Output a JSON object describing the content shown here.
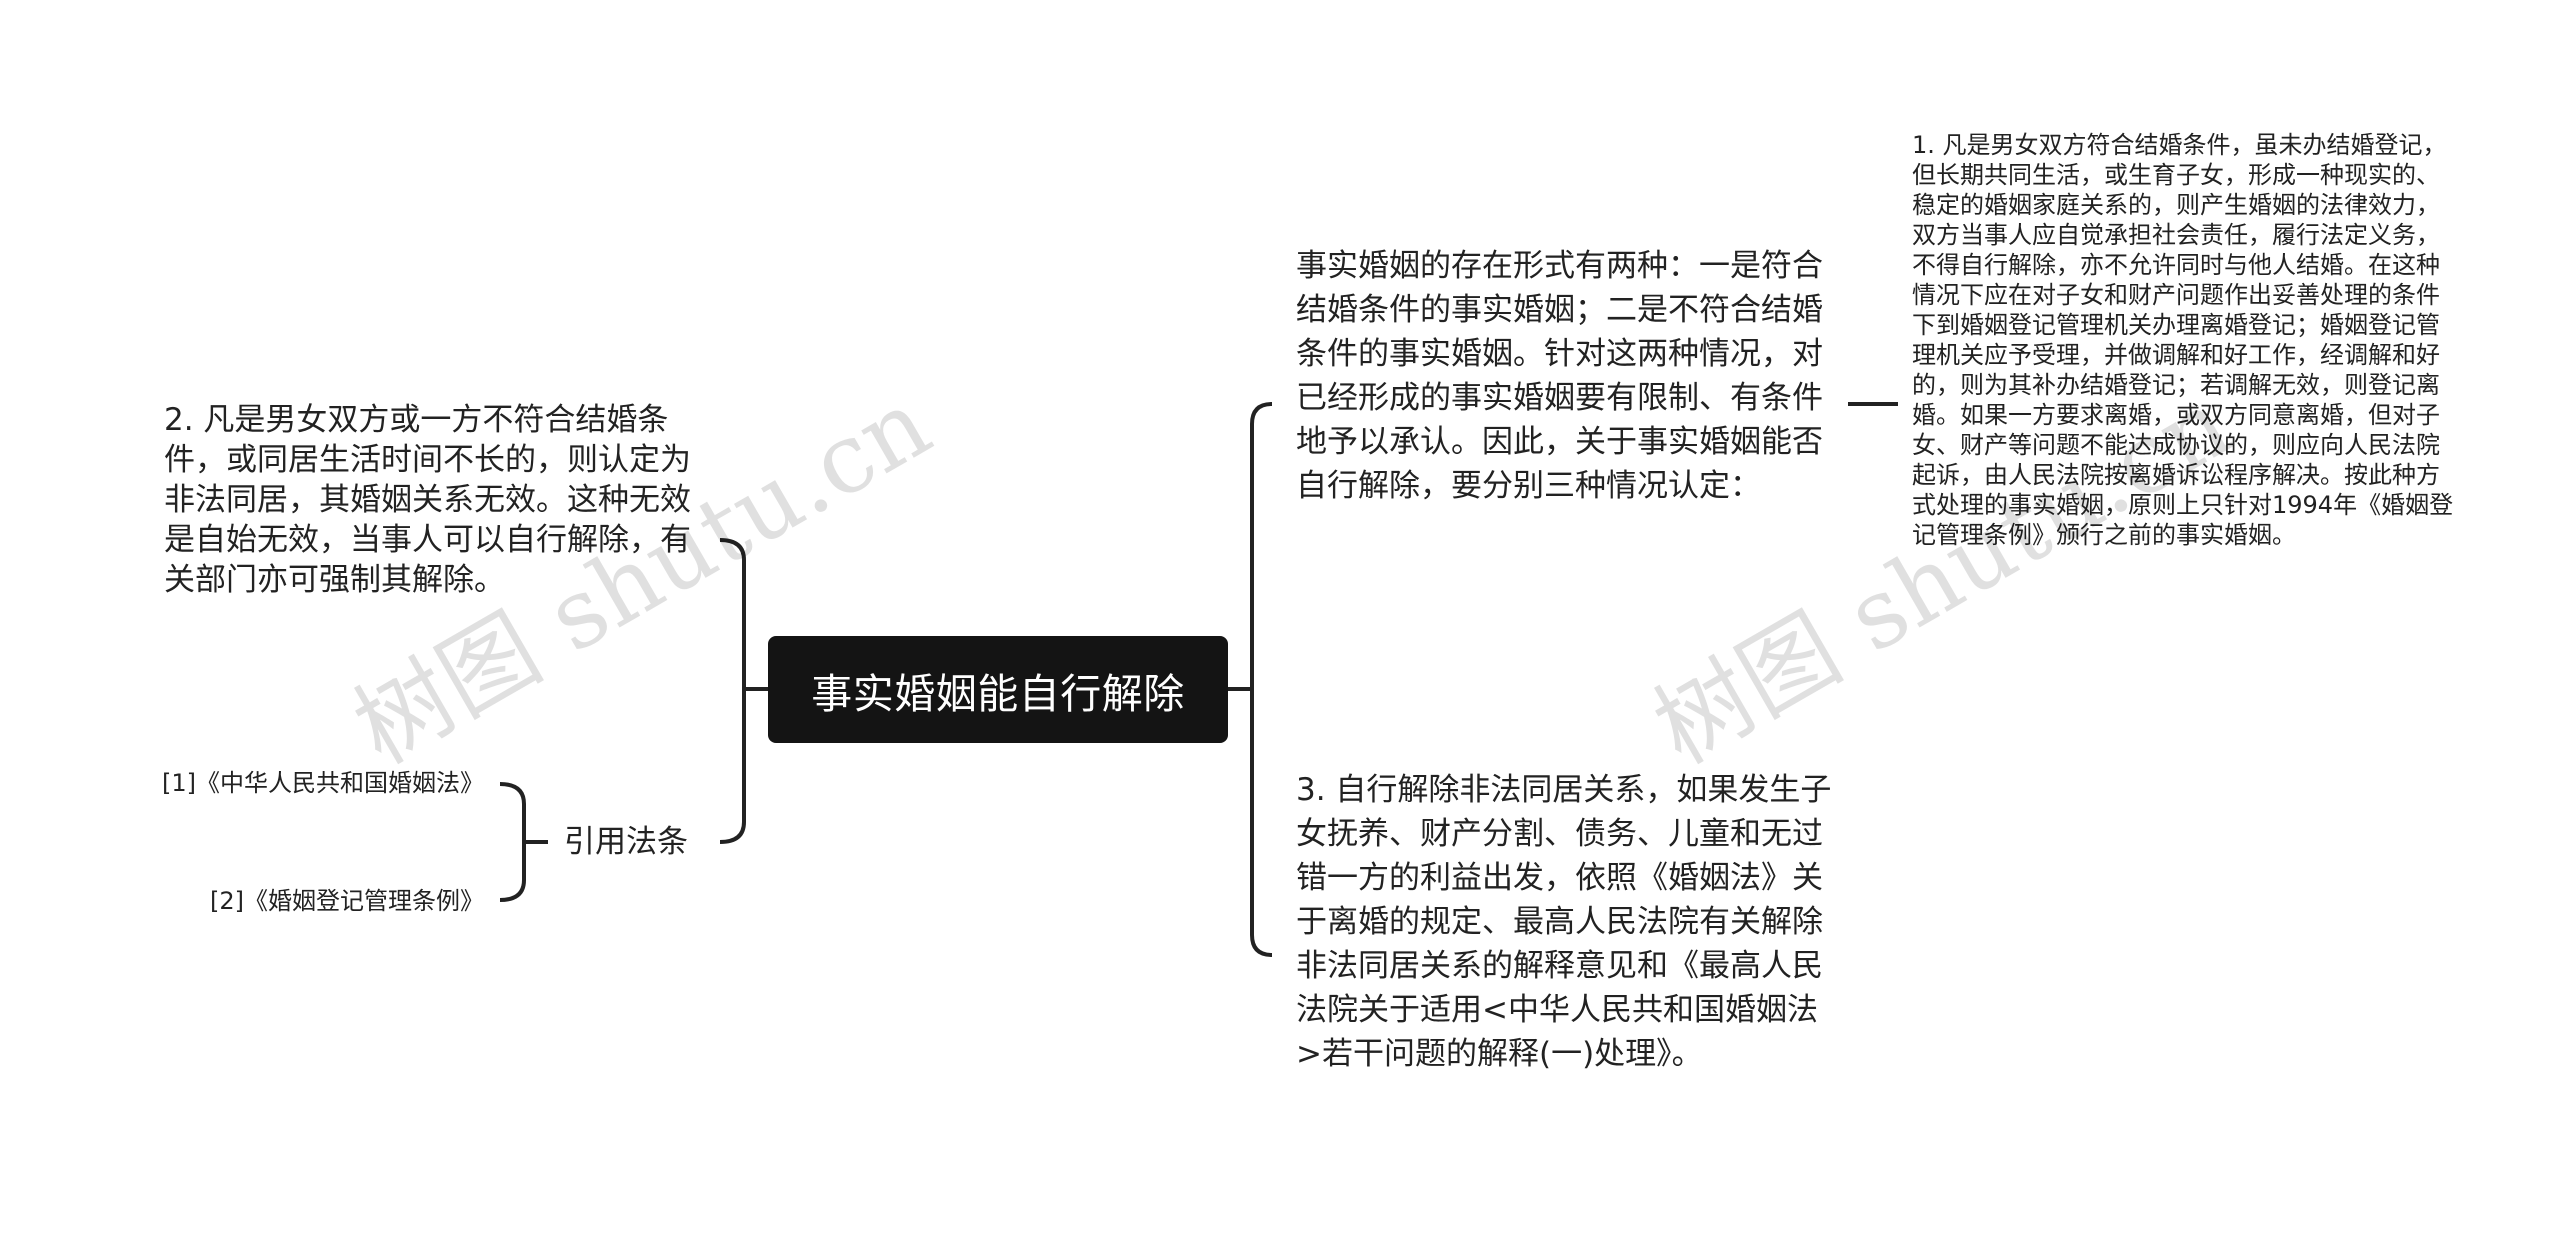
{
  "root": {
    "label": "事实婚姻能自行解除"
  },
  "right": {
    "intro": " 事实婚姻的存在形式有两种：一是符合结婚条件的事实婚姻；二是不符合结婚条件的事实婚姻。针对这两种情况，对已经形成的事实婚姻要有限制、有条件地予以承认。因此，关于事实婚姻能否自行解除，要分别三种情况认定：",
    "detail_1": " 1. 凡是男女双方符合结婚条件，虽未办结婚登记，但长期共同生活，或生育子女，形成一种现实的、稳定的婚姻家庭关系的，则产生婚姻的法律效力，双方当事人应自觉承担社会责任，履行法定义务，不得自行解除，亦不允许同时与他人结婚。在这种情况下应在对子女和财产问题作出妥善处理的条件下到婚姻登记管理机关办理离婚登记；婚姻登记管理机关应予受理，并做调解和好工作，经调解和好的，则为其补办结婚登记；若调解无效，则登记离婚。如果一方要求离婚，或双方同意离婚，但对子女、财产等问题不能达成协议的，则应向人民法院起诉，由人民法院按离婚诉讼程序解决。按此种方式处理的事实婚姻，原则上只针对1994年《婚姻登记管理条例》颁行之前的事实婚姻。",
    "point_3": " 3. 自行解除非法同居关系，如果发生子女抚养、财产分割、债务、儿童和无过错一方的利益出发，依照《婚姻法》关于离婚的规定、最高人民法院有关解除非法同居关系的解释意见和《最高人民法院关于适用<中华人民共和国婚姻法>若干问题的解释(一)处理》。"
  },
  "left": {
    "point_2": " 2. 凡是男女双方或一方不符合结婚条件，或同居生活时间不长的，则认定为非法同居，其婚姻关系无效。这种无效是自始无效，当事人可以自行解除，有关部门亦可强制其解除。",
    "citations": {
      "label": "引用法条",
      "items": [
        "[1]《中华人民共和国婚姻法》",
        "[2]《婚姻登记管理条例》"
      ]
    }
  },
  "watermarks": [
    "树图 shutu.cn",
    "树图 shutu.cn"
  ],
  "colors": {
    "root_bg": "#141414",
    "line": "#222222"
  }
}
